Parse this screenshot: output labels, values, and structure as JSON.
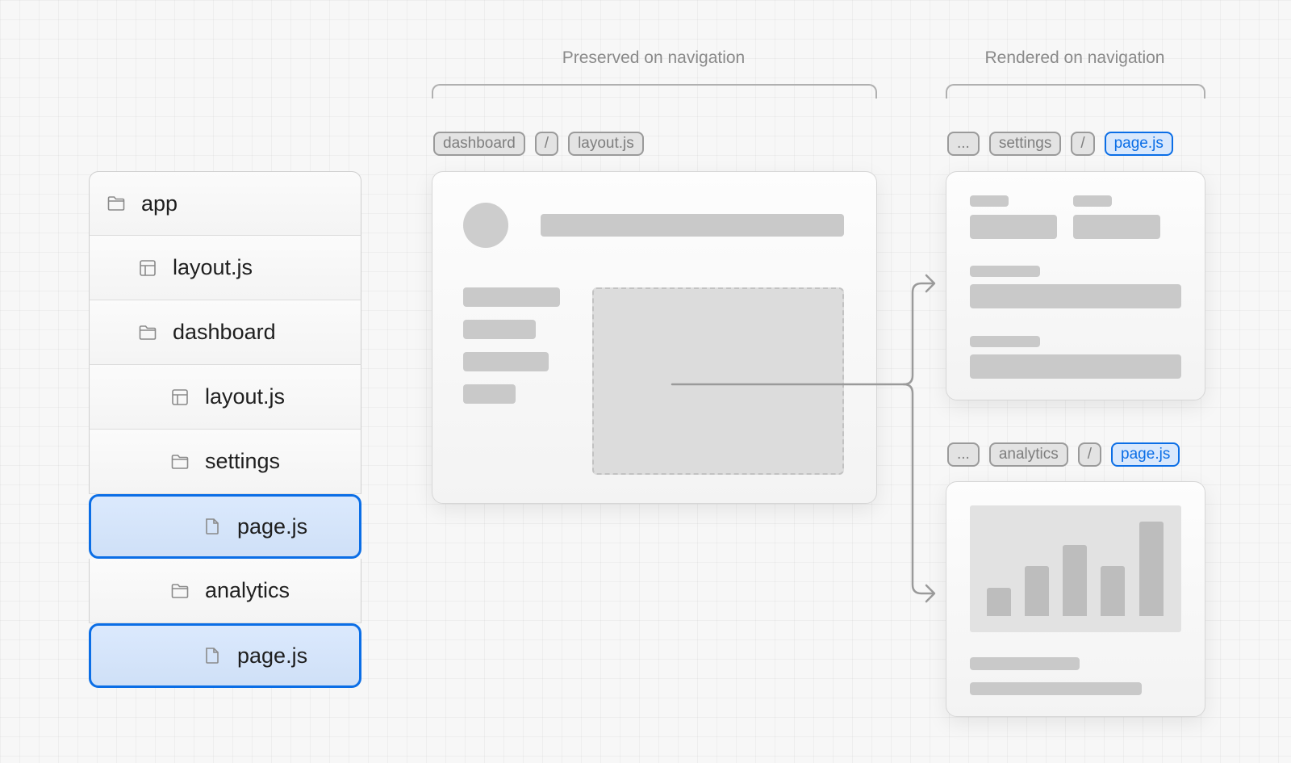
{
  "file_tree": [
    {
      "label": "app",
      "icon": "folder-icon",
      "depth": 0,
      "selected": false
    },
    {
      "label": "layout.js",
      "icon": "layout-file-icon",
      "depth": 1,
      "selected": false
    },
    {
      "label": "dashboard",
      "icon": "folder-icon",
      "depth": 1,
      "selected": false
    },
    {
      "label": "layout.js",
      "icon": "layout-file-icon",
      "depth": 2,
      "selected": false
    },
    {
      "label": "settings",
      "icon": "folder-icon",
      "depth": 2,
      "selected": false
    },
    {
      "label": "page.js",
      "icon": "file-icon",
      "depth": 3,
      "selected": true
    },
    {
      "label": "analytics",
      "icon": "folder-icon",
      "depth": 2,
      "selected": false
    },
    {
      "label": "page.js",
      "icon": "file-icon",
      "depth": 3,
      "selected": true
    }
  ],
  "preserved": {
    "heading": "Preserved on navigation",
    "crumbs": [
      "dashboard",
      "/",
      "layout.js"
    ]
  },
  "rendered": {
    "heading": "Rendered on navigation",
    "settings_crumbs": [
      "...",
      "settings",
      "/",
      "page.js"
    ],
    "analytics_crumbs": [
      "...",
      "analytics",
      "/",
      "page.js"
    ]
  },
  "colors": {
    "accent": "#0b6ee6",
    "selected_fill": "#d9e8fc",
    "placeholder": "#c9c9c9"
  }
}
